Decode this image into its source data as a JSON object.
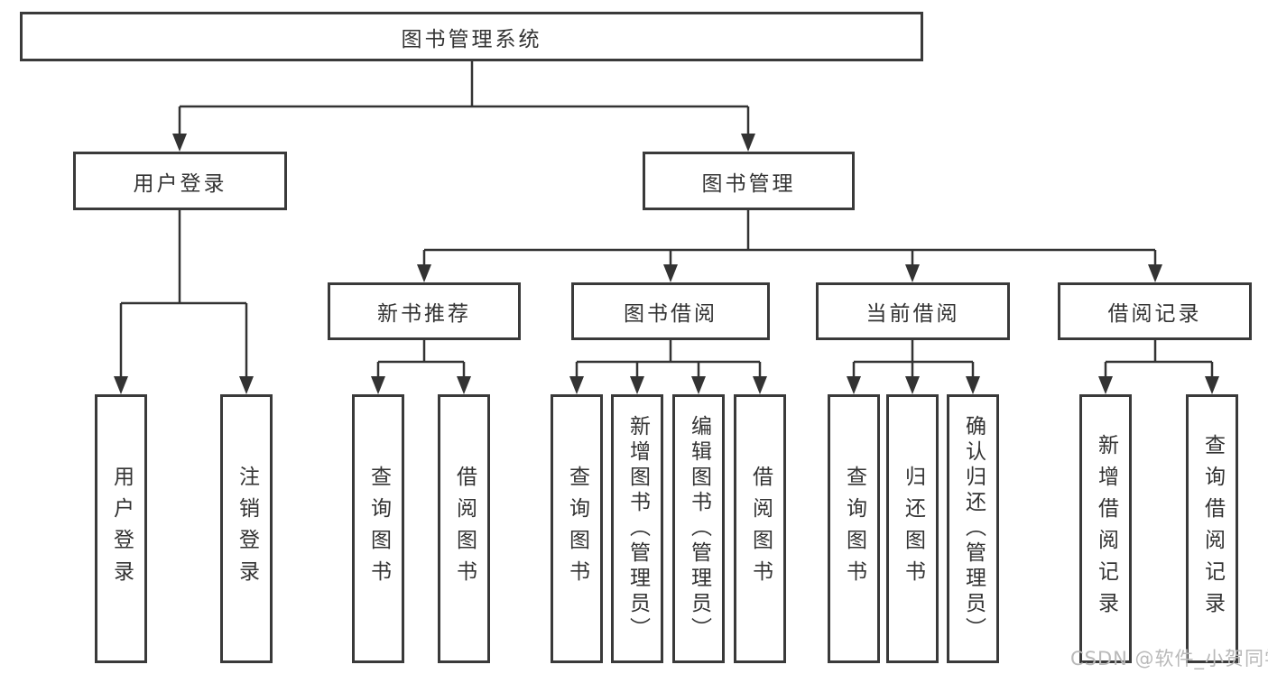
{
  "tree": {
    "root": {
      "label": "图书管理系统",
      "children": [
        {
          "label": "用户登录",
          "children": [
            {
              "label": "用户登录"
            },
            {
              "label": "注销登录"
            }
          ]
        },
        {
          "label": "图书管理",
          "children": [
            {
              "label": "新书推荐",
              "children": [
                {
                  "label": "查询图书"
                },
                {
                  "label": "借阅图书"
                }
              ]
            },
            {
              "label": "图书借阅",
              "children": [
                {
                  "label": "查询图书"
                },
                {
                  "label": "新增图书（管理员）"
                },
                {
                  "label": "编辑图书（管理员）"
                },
                {
                  "label": "借阅图书"
                }
              ]
            },
            {
              "label": "当前借阅",
              "children": [
                {
                  "label": "查询图书"
                },
                {
                  "label": "归还图书"
                },
                {
                  "label": "确认归还（管理员）"
                }
              ]
            },
            {
              "label": "借阅记录",
              "children": [
                {
                  "label": "新增借阅记录"
                },
                {
                  "label": "查询借阅记录"
                }
              ]
            }
          ]
        }
      ]
    }
  },
  "watermark": {
    "text": "CSDN @软件_小贺同学"
  },
  "colors": {
    "line": "#333333",
    "box_border": "#3a3a3a",
    "box_background": "#ffffff",
    "text": "#333333",
    "watermark": "#b9b9b9"
  }
}
